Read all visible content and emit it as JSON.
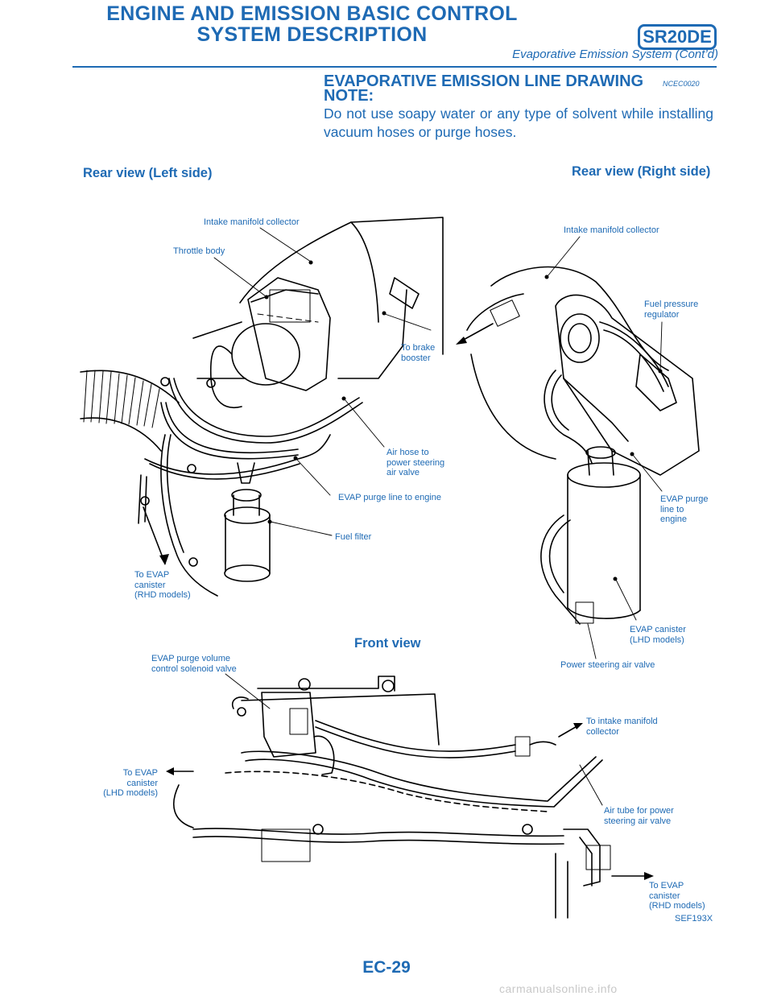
{
  "header": {
    "title_line1": "ENGINE AND EMISSION BASIC CONTROL",
    "title_line2": "SYSTEM DESCRIPTION",
    "badge": "SR20DE",
    "subtitle": "Evaporative Emission System (Cont’d)"
  },
  "section": {
    "title": "EVAPORATIVE EMISSION LINE DRAWING",
    "code": "NCEC0020",
    "note_label": "NOTE:",
    "note_text": "Do not use soapy water or any type of solvent while installing vacuum hoses or purge hoses."
  },
  "figure": {
    "left_view": {
      "title": "Rear view (Left side)",
      "labels": {
        "intake_manifold_collector": "Intake manifold collector",
        "throttle_body": "Throttle body",
        "to_brake_booster": "To brake\nbooster",
        "air_hose": "Air hose to\npower steering\nair valve",
        "evap_purge_line": "EVAP purge line to engine",
        "fuel_filter": "Fuel filter",
        "to_evap_canister_rhd": "To EVAP\ncanister\n(RHD models)"
      }
    },
    "right_view": {
      "title": "Rear view (Right side)",
      "labels": {
        "intake_manifold_collector": "Intake manifold collector",
        "fuel_pressure_regulator": "Fuel pressure\nregulator",
        "evap_purge_line": "EVAP purge\nline to\nengine",
        "evap_canister_lhd": "EVAP canister\n(LHD models)",
        "power_steering_air_valve": "Power steering air valve"
      }
    },
    "front_view": {
      "title": "Front view",
      "labels": {
        "solenoid_valve": "EVAP purge volume\ncontrol solenoid valve",
        "to_intake_manifold": "To intake manifold\ncollector",
        "to_evap_canister_lhd": "To EVAP\ncanister\n(LHD models)",
        "air_tube": "Air tube for power\nsteering air valve",
        "to_evap_canister_rhd": "To EVAP\ncanister\n(RHD models)"
      }
    },
    "figure_code": "SEF193X"
  },
  "footer": {
    "page_number": "EC-29",
    "watermark": "carmanualsonline.info"
  }
}
